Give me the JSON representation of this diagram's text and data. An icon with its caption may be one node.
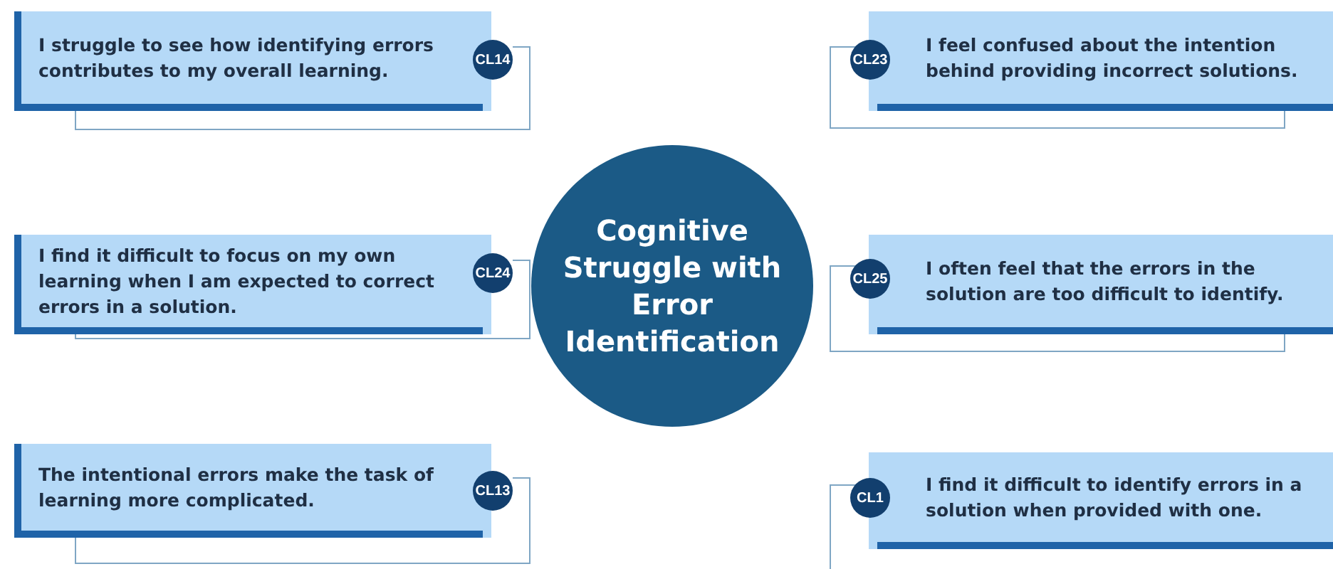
{
  "diagram": {
    "nodes": [
      {
        "text": [
          "Cognitive Struggle with Error Identification"
        ]
      },
      {
        "text": [
          "I struggle to see how identifying errors contributes to my overall learning."
        ]
      },
      {
        "text": [
          "CL14"
        ]
      },
      {
        "text": [
          "CL23"
        ]
      },
      {
        "text": [
          "I feel confused about the intention behind providing incorrect solutions."
        ]
      },
      {
        "text": [
          "I find it difficult to focus on my own learning when I am expected to correct errors in a solution."
        ]
      },
      {
        "text": [
          "CL24"
        ]
      },
      {
        "text": [
          "CL25"
        ]
      },
      {
        "text": [
          "I often feel that the errors in the solution are too difficult to identify."
        ]
      },
      {
        "text": [
          "The intentional errors make the task of learning more complicated."
        ]
      },
      {
        "text": [
          "CL13"
        ]
      },
      {
        "text": [
          "CL1"
        ]
      },
      {
        "text": [
          "I find it difficult to identify errors in a solution when provided with one."
        ]
      }
    ]
  }
}
